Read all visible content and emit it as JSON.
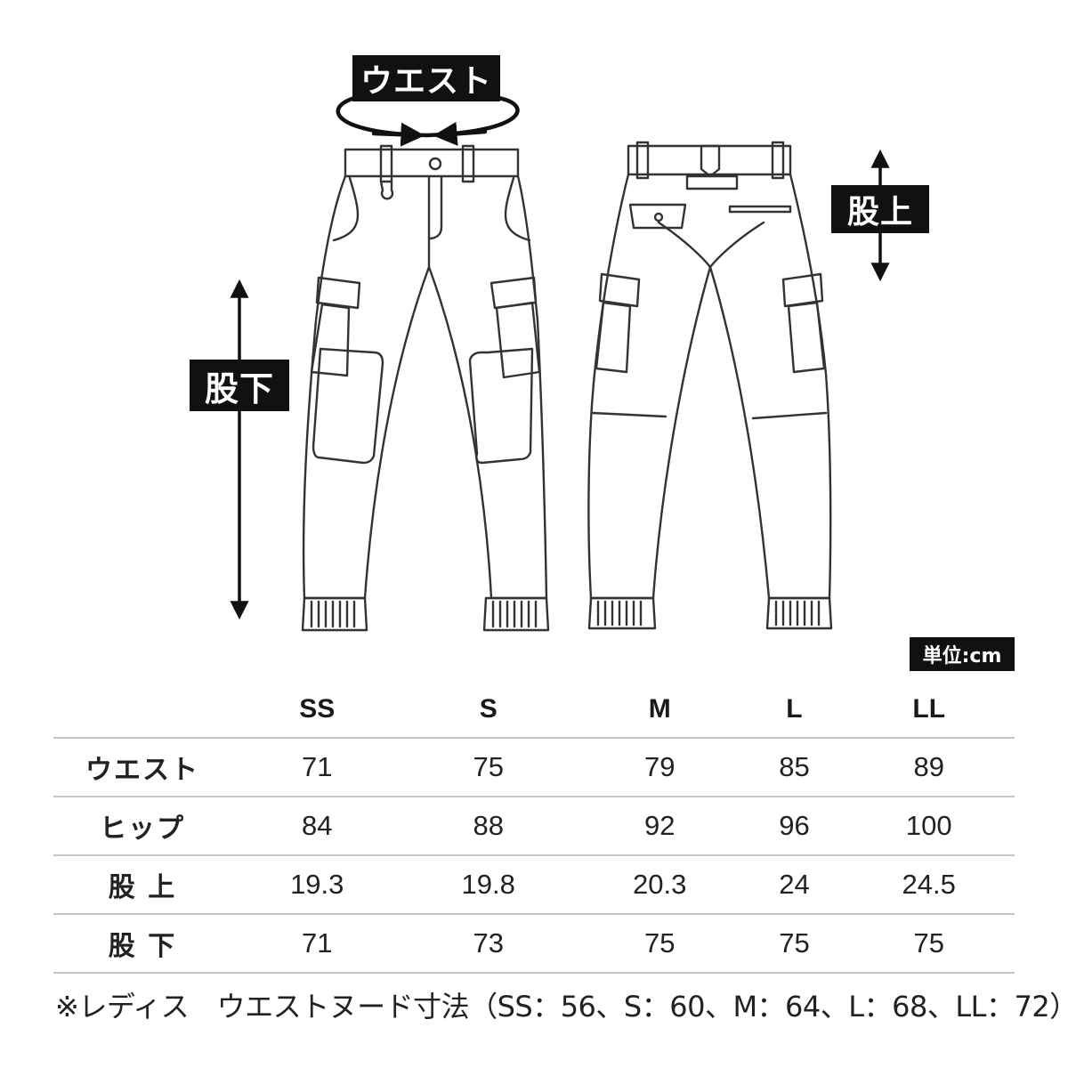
{
  "labels": {
    "waist": "ウエスト",
    "rise": "股上",
    "inseam": "股下",
    "unit": "単位:cm"
  },
  "table": {
    "columns": [
      "SS",
      "S",
      "M",
      "L",
      "LL"
    ],
    "rows": [
      {
        "label": "ウエスト",
        "values": [
          "71",
          "75",
          "79",
          "85",
          "89"
        ]
      },
      {
        "label": "ヒップ",
        "values": [
          "84",
          "88",
          "92",
          "96",
          "100"
        ]
      },
      {
        "label": "股 上",
        "values": [
          "19.3",
          "19.8",
          "20.3",
          "24",
          "24.5"
        ]
      },
      {
        "label": "股 下",
        "values": [
          "71",
          "73",
          "75",
          "75",
          "75"
        ]
      }
    ]
  },
  "footnote": "※レディス　ウエストヌード寸法（SS：56、S：60、M：64、L：68、LL：72）",
  "colors": {
    "ink": "#111111",
    "rule": "#c8c8c8",
    "line": "#333333"
  },
  "icons": {
    "front_view": "pants-front-illustration",
    "back_view": "pants-back-illustration"
  }
}
